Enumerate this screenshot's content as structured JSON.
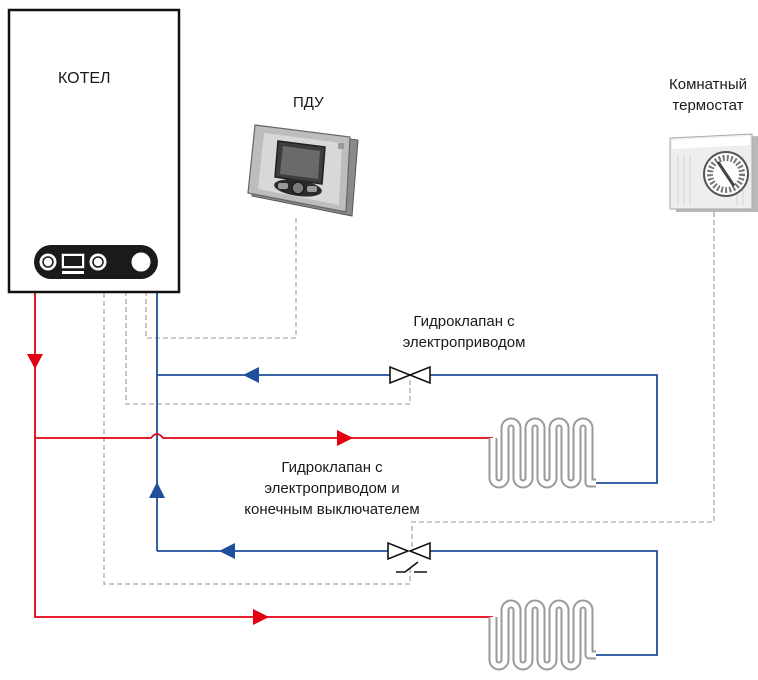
{
  "labels": {
    "boiler": "КОТЕЛ",
    "remote": "ПДУ",
    "thermostat_line1": "Комнатный",
    "thermostat_line2": "термостат",
    "valve1_line1": "Гидроклапан с",
    "valve1_line2": "электроприводом",
    "valve2_line1": "Гидроклапан с",
    "valve2_line2": "электроприводом и",
    "valve2_line3": "конечным выключателем"
  },
  "colors": {
    "supply": "#e3000f",
    "return": "#1f4e9a",
    "control": "#b9b9b9",
    "outline": "#111111",
    "radiator": "#9a9a9a"
  },
  "icons": {
    "boiler": "gas-boiler-icon",
    "remote": "remote-control-panel-icon",
    "thermostat": "room-thermostat-icon",
    "valve": "motorized-valve-icon",
    "radiator": "radiator-icon"
  }
}
